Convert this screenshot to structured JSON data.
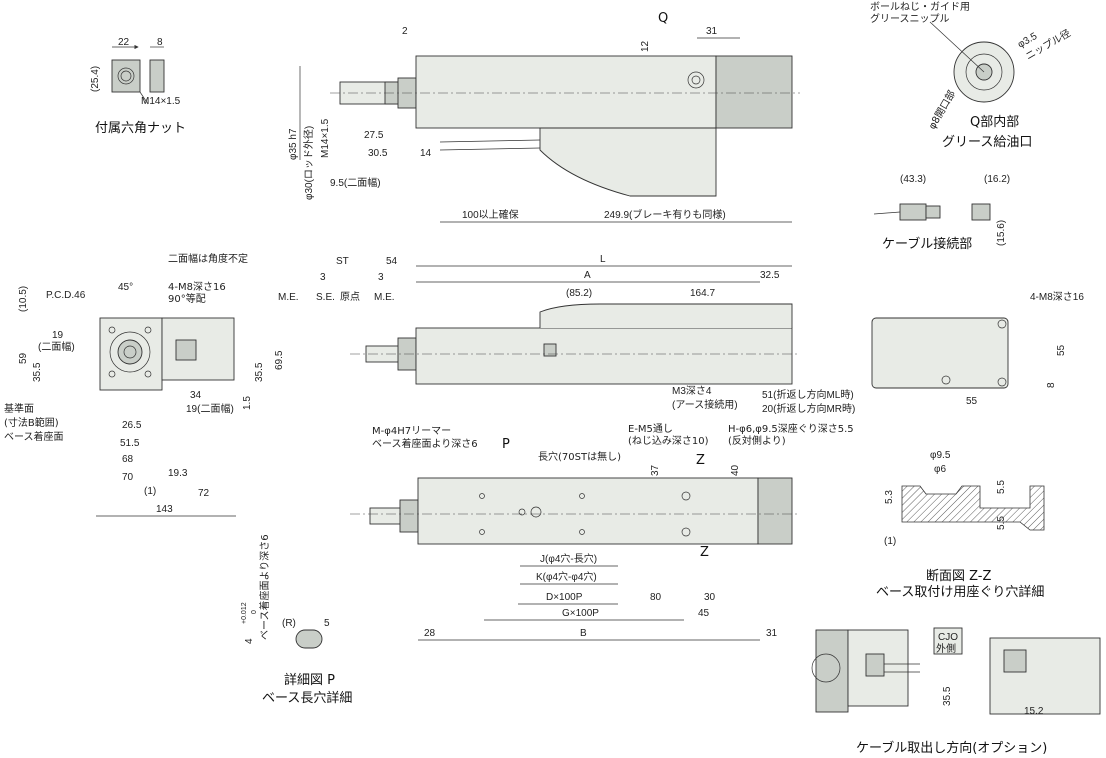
{
  "captions": {
    "hex_nut": "付属六角ナット",
    "q_internal": "Q部内部",
    "grease_port": "グリース給油口",
    "cable_connector": "ケーブル接続部",
    "section_zz": "断面図 Z-Z",
    "base_counterbore": "ベース取付け用座ぐり穴詳細",
    "detail_p": "詳細図 P",
    "base_slot": "ベース長穴詳細",
    "cable_exit": "ケーブル取出し方向(オプション)"
  },
  "top_view": {
    "q_label": "Q",
    "d2": "2",
    "d12": "12",
    "d31": "31",
    "d35h7": "φ35 h7",
    "d30rod": "φ30(ロッド外径)",
    "m14": "M14×1.5",
    "d27_5": "27.5",
    "d30_5": "30.5",
    "d14": "14",
    "d9_5": "9.5(二面幅)",
    "d100": "100以上確保",
    "d249_9": "249.9(ブレーキ有りも同様)"
  },
  "nut": {
    "d22": "22",
    "d8": "8",
    "d25_4": "(25.4)",
    "thread": "M14×1.5"
  },
  "q_detail": {
    "note": "ボールねじ・ガイド用",
    "note2": "グリースニップル",
    "d3_5": "φ3.5",
    "nipple": "ニップル径",
    "d8open": "φ8開口部"
  },
  "cable_conn": {
    "d43_3": "(43.3)",
    "d16_2": "(16.2)",
    "d15_6": "(15.6)"
  },
  "end_view": {
    "pcd": "P.C.D.46",
    "angle": "45°",
    "flats": "二面幅は角度不定",
    "m8": "4-M8深さ16",
    "m8b": "90°等配",
    "d10_5": "(10.5)",
    "d19": "19",
    "flats2": "(二面幅)",
    "d59": "59",
    "d35_5": "35.5",
    "d35_5b": "35.5",
    "d69_5": "69.5",
    "d1_5": "1.5",
    "d34": "34",
    "d19b": "19(二面幅)",
    "d26_5": "26.5",
    "d51_5": "51.5",
    "d68": "68",
    "d70": "70",
    "d19_3": "19.3",
    "d1": "(1)",
    "d72": "72",
    "d143": "143",
    "ref": "基準面",
    "ref2": "(寸法B範囲)",
    "mount": "ベース着座面"
  },
  "side_view": {
    "st": "ST",
    "d3a": "3",
    "d3b": "3",
    "d54": "54",
    "me1": "M.E.",
    "se": "S.E.",
    "origin": "原点",
    "me2": "M.E.",
    "L": "L",
    "A": "A",
    "d32_5": "32.5",
    "d85_2": "(85.2)",
    "d164_7": "164.7",
    "m3": "M3深さ4",
    "m3b": "(アース接続用)",
    "d51": "51(折返し方向ML時)",
    "d20": "20(折返し方向MR時)"
  },
  "rear_view": {
    "m8": "4-M8深さ16",
    "d55v": "55",
    "d55h": "55",
    "d8": "8"
  },
  "bottom_view": {
    "m4h7": "M-φ4H7リーマー",
    "m4h7b": "ベース着座面より深さ6",
    "p": "P",
    "slot": "長穴(70STは無し)",
    "e_m5": "E-M5通し",
    "e_m5b": "(ねじ込み深さ10)",
    "h": "H-φ6,φ9.5深座ぐり深さ5.5",
    "hb": "(反対側より)",
    "d37": "37",
    "d40": "40",
    "z1": "Z",
    "z2": "Z",
    "J": "J(φ4穴-長穴)",
    "K": "K(φ4穴-φ4穴)",
    "D": "D×100P",
    "d80": "80",
    "d30": "30",
    "G": "G×100P",
    "d45": "45",
    "d28": "28",
    "B": "B",
    "d31": "31"
  },
  "section": {
    "d9_5": "φ9.5",
    "d6": "φ6",
    "d5_3": "5.3",
    "d5_5a": "5.5",
    "d5_5b": "5.5",
    "d1": "(1)"
  },
  "detail_p": {
    "d4": "4",
    "tol": "+0.012",
    "tol0": "0",
    "depth": "ベース着座面より深さ6",
    "R": "(R)",
    "d5": "5"
  },
  "cable_exit": {
    "cjo": "CJO",
    "outside": "外側",
    "d35_5": "35.5",
    "d15_2": "15.2"
  }
}
